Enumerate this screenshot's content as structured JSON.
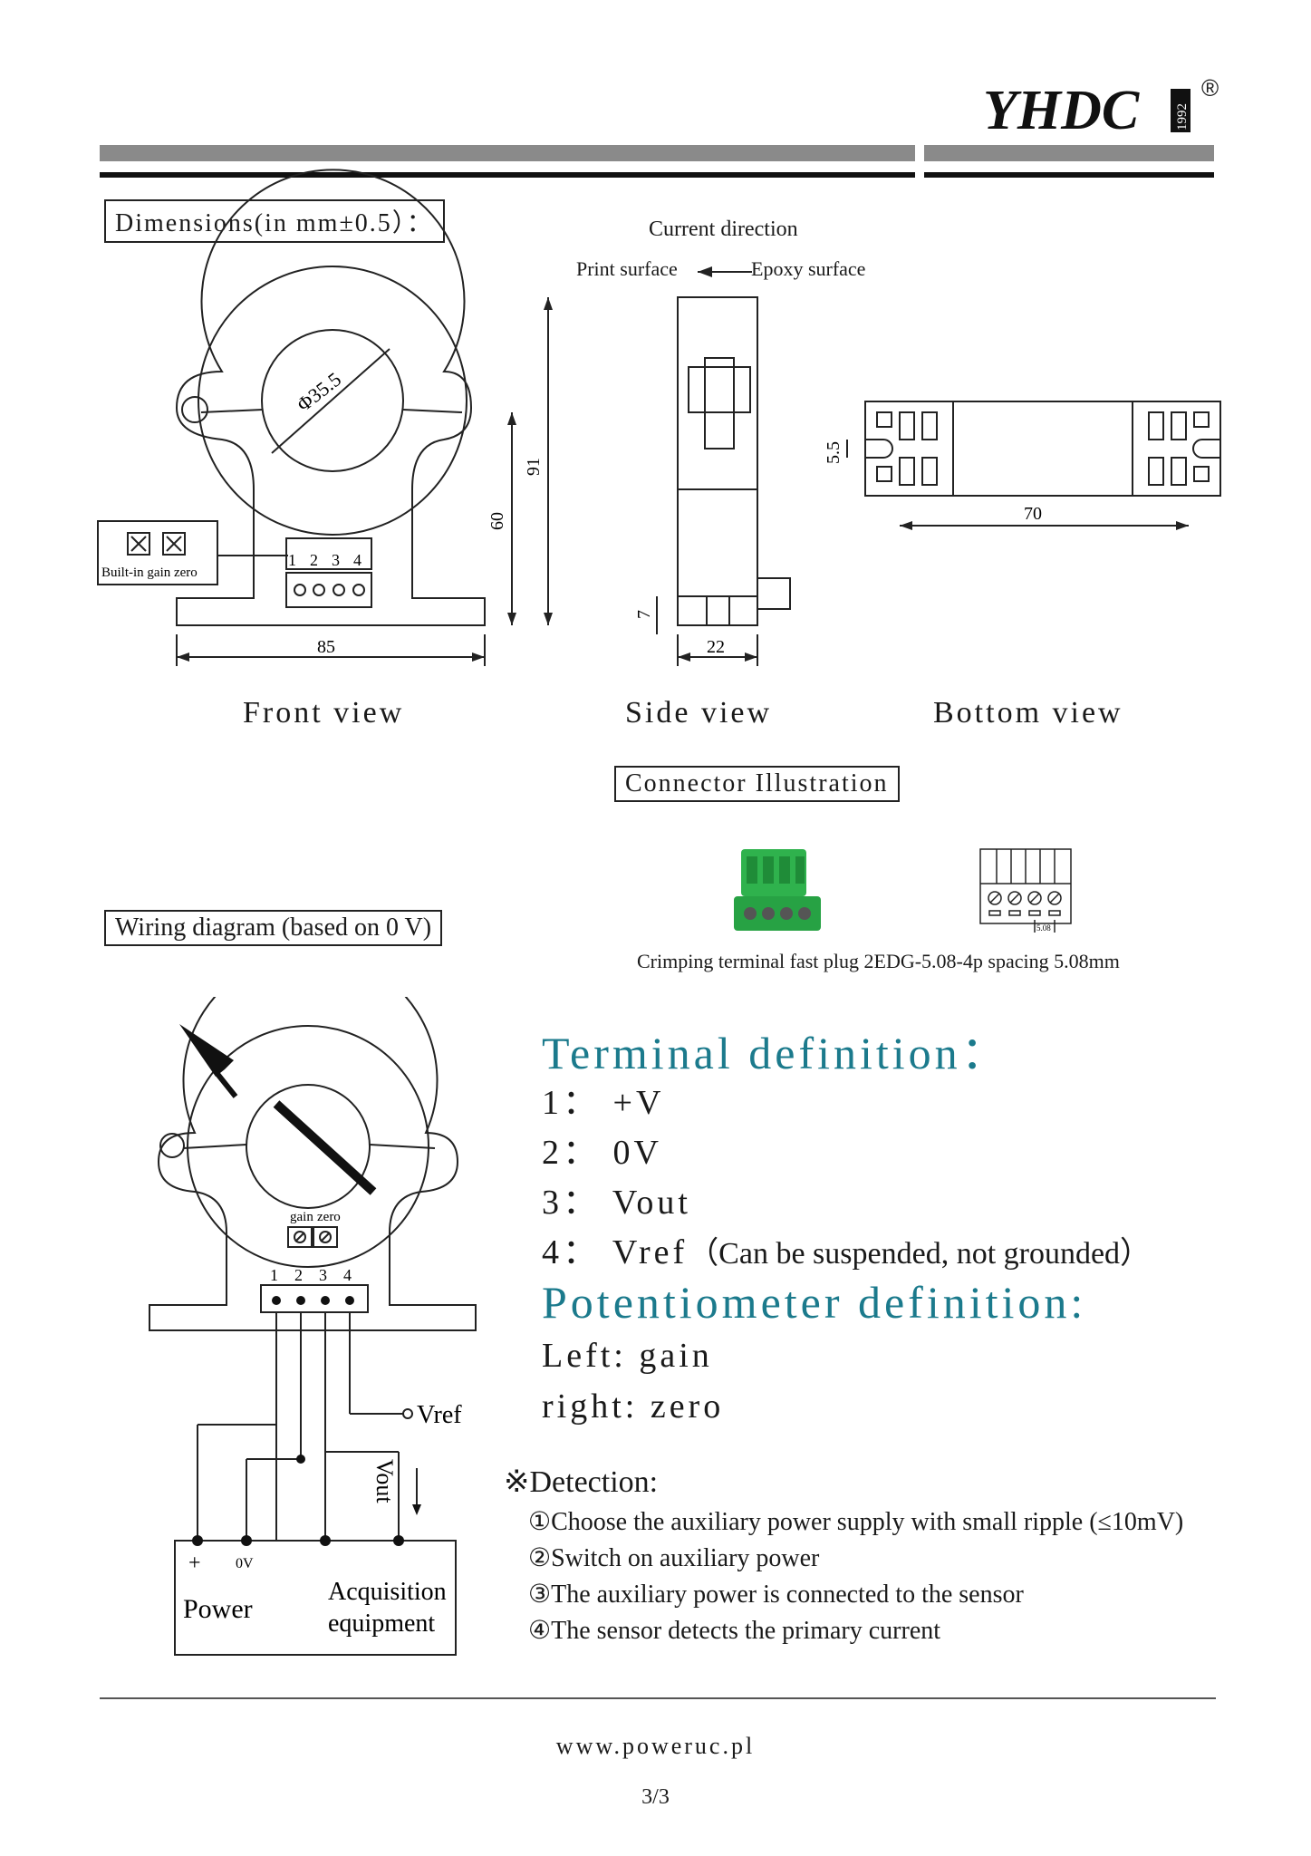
{
  "header": {
    "logo_text": "YHDC",
    "logo_year": "1992",
    "registered": "®"
  },
  "dimensions": {
    "title": "Dimensions(in mm±0.5）：",
    "current_direction": "Current direction",
    "print_surface": "Print surface",
    "epoxy_surface": "Epoxy surface",
    "builtin_label": "Built-in gain zero",
    "diameter": "Φ35.5",
    "dim_91": "91",
    "dim_60": "60",
    "dim_85": "85",
    "dim_7": "7",
    "dim_22": "22",
    "dim_5_5": "5.5",
    "dim_70": "70",
    "terminals": [
      "1",
      "2",
      "3",
      "4"
    ],
    "views": {
      "front": "Front view",
      "side": "Side view",
      "bottom": "Bottom view"
    }
  },
  "connector": {
    "title": "Connector Illustration",
    "caption": "Crimping terminal fast plug  2EDG-5.08-4p spacing 5.08mm",
    "spacing_label": "5.08"
  },
  "wiring": {
    "title": "Wiring diagram (based on 0 V)",
    "gain": "gain",
    "zero": "zero",
    "terminals": [
      "1",
      "2",
      "3",
      "4"
    ],
    "vref": "Vref",
    "vout": "Vout",
    "plus": "+",
    "zero_v": "0V",
    "power": "Power",
    "acquisition_1": "Acquisition",
    "acquisition_2": "equipment"
  },
  "terminal_definition": {
    "title": "Terminal definition：",
    "items": [
      {
        "num": "1：",
        "label": "+V"
      },
      {
        "num": "2：",
        "label": "0V"
      },
      {
        "num": "3：",
        "label": "Vout"
      },
      {
        "num": "4：",
        "label": "Vref",
        "note": "（Can be suspended, not grounded）"
      }
    ]
  },
  "potentiometer_definition": {
    "title": "Potentiometer definition:",
    "items": [
      {
        "label": "Left:",
        "value": "gain"
      },
      {
        "label": "right:",
        "value": "zero"
      }
    ]
  },
  "detection": {
    "title": "※Detection:",
    "steps": [
      "①Choose the auxiliary power supply with small ripple (≤10mV)",
      "②Switch on auxiliary power",
      "③The auxiliary power is connected to the sensor",
      "④The sensor detects the primary current"
    ]
  },
  "footer": {
    "url": "www.poweruc.pl",
    "page": "3/3"
  }
}
